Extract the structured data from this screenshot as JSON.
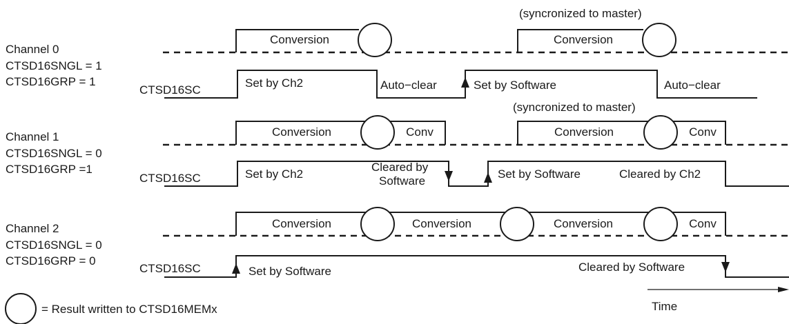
{
  "channels": [
    {
      "name": "Channel 0",
      "sngl": "CTSD16SNGL = 1",
      "grp": "CTSD16GRP = 1",
      "signal": "CTSD16SC",
      "sync_note": "(syncronized to master)",
      "conversion_labels": [
        "Conversion",
        "Conversion"
      ],
      "annotations": [
        "Set by Ch2",
        "Auto−clear",
        "Set by Software",
        "Auto−clear"
      ]
    },
    {
      "name": "Channel 1",
      "sngl": "CTSD16SNGL = 0",
      "grp": "CTSD16GRP =1",
      "signal": "CTSD16SC",
      "sync_note": "(syncronized to master)",
      "conversion_labels": [
        "Conversion",
        "Conv",
        "Conversion",
        "Conv"
      ],
      "annotations": [
        "Set by Ch2",
        "Cleared by",
        "Software",
        "Set by Software",
        "Cleared by Ch2"
      ]
    },
    {
      "name": "Channel 2",
      "sngl": "CTSD16SNGL = 0",
      "grp": "CTSD16GRP = 0",
      "signal": "CTSD16SC",
      "conversion_labels": [
        "Conversion",
        "Conversion",
        "Conversion",
        "Conv"
      ],
      "annotations": [
        "Set by Software",
        "Cleared by Software"
      ]
    }
  ],
  "legend": {
    "text": "= Result written to CTSD16MEMx"
  },
  "time_axis": {
    "label": "Time"
  }
}
